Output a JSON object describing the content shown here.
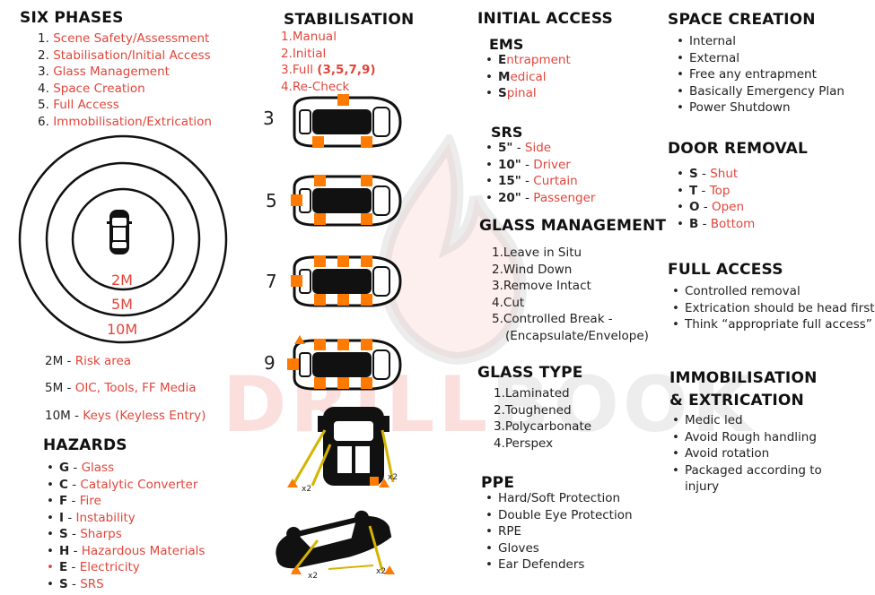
{
  "watermark": {
    "part1": "DRILL",
    "part2": "BOOK"
  },
  "six_phases": {
    "title": "SIX PHASES",
    "items": [
      {
        "n": "1.",
        "text": "Scene Safety/Assessment"
      },
      {
        "n": "2.",
        "text": "Stabilisation/Initial Access"
      },
      {
        "n": "3.",
        "text": "Glass Management"
      },
      {
        "n": "4.",
        "text": "Space Creation"
      },
      {
        "n": "5.",
        "text": "Full Access"
      },
      {
        "n": "6.",
        "text": "Immobilisation/Extrication"
      }
    ]
  },
  "zones": {
    "rings": [
      "2M",
      "5M",
      "10M"
    ],
    "legend": [
      {
        "key": "2M - ",
        "text": "Risk area"
      },
      {
        "key": "5M - ",
        "text": "OIC, Tools, FF Media"
      },
      {
        "key": "10M - ",
        "text": "Keys (Keyless Entry)"
      }
    ]
  },
  "hazards": {
    "title": "HAZARDS",
    "items": [
      {
        "letter": "G",
        "text": "Glass"
      },
      {
        "letter": "C",
        "text": "Catalytic Converter"
      },
      {
        "letter": "F",
        "text": "Fire"
      },
      {
        "letter": "I",
        "text": "Instability"
      },
      {
        "letter": "S",
        "text": "Sharps"
      },
      {
        "letter": "H",
        "text": "Hazardous Materials"
      },
      {
        "letter": "E",
        "text": "Electricity"
      },
      {
        "letter": "S",
        "text": "SRS"
      }
    ]
  },
  "stabilisation": {
    "title": "STABILISATION",
    "items": [
      {
        "n": "1.",
        "text": "Manual",
        "extra": ""
      },
      {
        "n": "2.",
        "text": "Initial",
        "extra": ""
      },
      {
        "n": "3.",
        "text": "Full ",
        "extra": "(3,5,7,9)"
      },
      {
        "n": "4.",
        "text": "Re-Check",
        "extra": ""
      }
    ],
    "car_labels": [
      "3",
      "5",
      "7",
      "9"
    ],
    "x2": "x2"
  },
  "initial_access": {
    "title": "INITIAL ACCESS",
    "ems": {
      "title": "EMS",
      "items": [
        {
          "first": "E",
          "rest": "ntrapment"
        },
        {
          "first": "M",
          "rest": "edical"
        },
        {
          "first": "S",
          "rest": "pinal"
        }
      ]
    },
    "srs": {
      "title": "SRS",
      "items": [
        {
          "size": "5\"",
          "text": "Side"
        },
        {
          "size": "10\"",
          "text": "Driver"
        },
        {
          "size": "15\"",
          "text": "Curtain"
        },
        {
          "size": "20\"",
          "text": "Passenger"
        }
      ]
    }
  },
  "glass_management": {
    "title": "GLASS MANAGEMENT",
    "items": [
      {
        "n": "1.",
        "text": "Leave in Situ"
      },
      {
        "n": "2.",
        "text": "Wind Down"
      },
      {
        "n": "3.",
        "text": "Remove Intact"
      },
      {
        "n": "4.",
        "text": "Cut"
      },
      {
        "n": "5.",
        "text": "Controlled Break -"
      }
    ],
    "continuation": "(Encapsulate/Envelope)"
  },
  "glass_type": {
    "title": "GLASS TYPE",
    "items": [
      {
        "n": "1.",
        "text": "Laminated"
      },
      {
        "n": "2.",
        "text": "Toughened"
      },
      {
        "n": "3.",
        "text": "Polycarbonate"
      },
      {
        "n": "4.",
        "text": "Perspex"
      }
    ]
  },
  "ppe": {
    "title": "PPE",
    "items": [
      "Hard/Soft Protection",
      "Double Eye Protection",
      "RPE",
      "Gloves",
      "Ear Defenders"
    ]
  },
  "space_creation": {
    "title": "SPACE CREATION",
    "items": [
      "Internal",
      "External",
      "Free any entrapment",
      "Basically Emergency Plan",
      "Power Shutdown"
    ]
  },
  "door_removal": {
    "title": "DOOR REMOVAL",
    "items": [
      {
        "letter": "S",
        "text": "Shut"
      },
      {
        "letter": "T",
        "text": "Top"
      },
      {
        "letter": "O",
        "text": "Open"
      },
      {
        "letter": "B",
        "text": "Bottom"
      }
    ]
  },
  "full_access": {
    "title": "FULL ACCESS",
    "items": [
      "Controlled removal",
      "Extrication should be head first",
      "Think “appropriate full access”"
    ]
  },
  "immobilisation": {
    "title_line1": "IMMOBILISATION",
    "title_line2": "& EXTRICATION",
    "items": [
      "Medic led",
      "Avoid Rough handling",
      "Avoid rotation",
      "Packaged according to"
    ],
    "continuation": "injury"
  },
  "colors": {
    "accent": "#e2453a",
    "block": "#ff7a00",
    "text": "#222222"
  }
}
